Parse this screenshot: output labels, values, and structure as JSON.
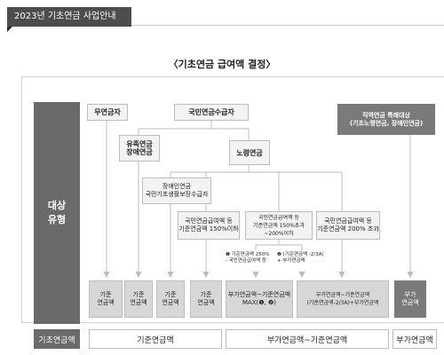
{
  "header": {
    "tag": "2023년 기초연금 사업안내"
  },
  "diagram": {
    "title": "〈기초연금 급여액 결정〉",
    "category": "대상\n유형",
    "nodes": {
      "no_pension": "무연금자",
      "recipient": "국민연금수급자",
      "special": "직역연금 특례대상\n(기초노령연금, 장애인연금)",
      "survivor": "유족연금\n장애연금",
      "oldage": "노령연금",
      "disability": "장애인연금\n국민기초생활보장수급자",
      "pay150": "국민연금급여액 등\n기준연금액 150%이하",
      "pay150_200": "국민연금급여액 등\n기준연금액 150%초과~200%이하",
      "pay200": "국민연금급여액 등\n기준연금액 200% 초과"
    },
    "notes": {
      "n1": "❶ 기준연금액 250%\n- 국민연금급여액 등",
      "n2": "❷ (기준연금액 -2/3A)\n+ 부가연금액"
    },
    "results": {
      "r1": "기준\n연금액",
      "r2": "기준\n연금액",
      "r3": "기준\n연금액",
      "r4": "기준\n연금액",
      "r5": "부가연금액~기준연금액\nMAX(❶, ❷)",
      "r6": "부가연금액~기준연금액\n(기준연금액-2/3A)+부가연금액",
      "r7": "부가\n연금액"
    },
    "bottom": {
      "label": "기초연금액",
      "b1": "기준연금액",
      "b2": "부가연금액~기준연금액",
      "b3": "부가연금액"
    }
  }
}
